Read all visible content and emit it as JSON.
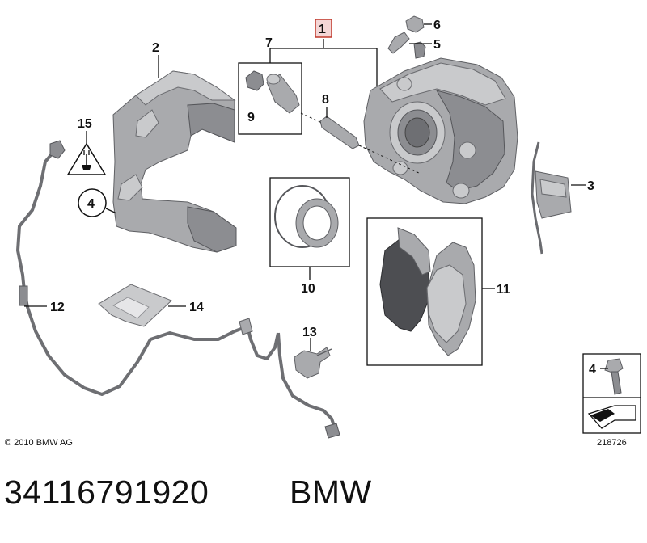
{
  "labels": {
    "p1": "1",
    "p2": "2",
    "p3": "3",
    "p4": "4",
    "p5": "5",
    "p6": "6",
    "p7": "7",
    "p8": "8",
    "p9": "9",
    "p10": "10",
    "p11": "11",
    "p12": "12",
    "p13": "13",
    "p14": "14",
    "p15": "15",
    "inset4": "4"
  },
  "copyright": "© 2010 BMW AG",
  "diagram_id": "218726",
  "part_number": "34116791920",
  "brand": "BMW",
  "colors": {
    "highlight_box": "#c0392b",
    "highlight_fill": "#f4d6d6",
    "metal": "#a9aaad"
  },
  "icons": [
    "warning-triangle-icon",
    "plug-icon",
    "bolt-icon",
    "arrow-icon"
  ]
}
